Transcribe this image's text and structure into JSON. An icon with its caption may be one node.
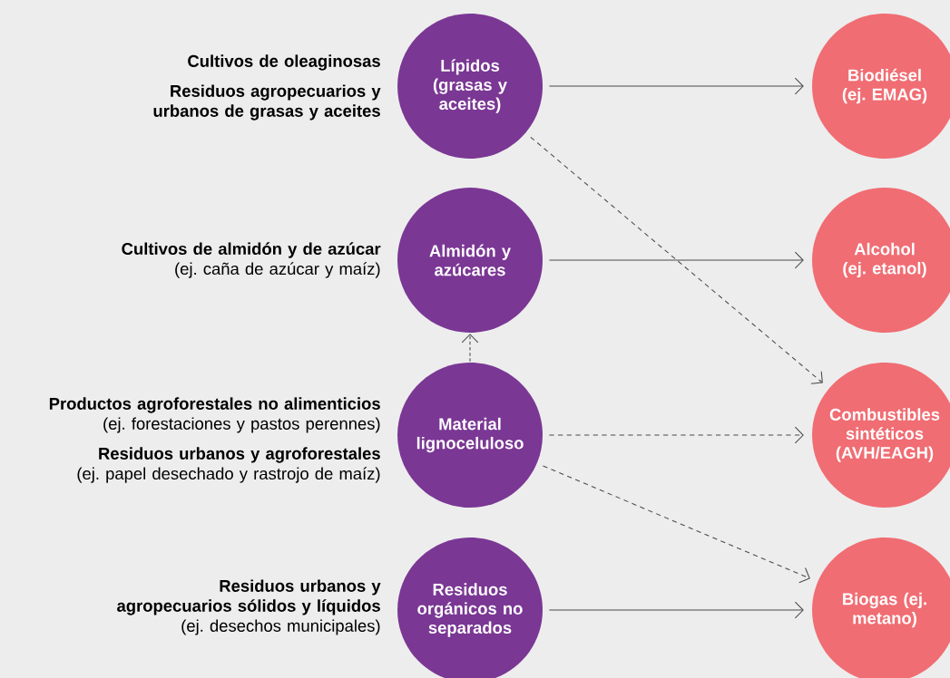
{
  "diagram": {
    "nodes": [
      {
        "text": [
          "Lípidos (grasas y aceites)"
        ],
        "beside": [
          "Cultivos de oleaginosas",
          "Residuos agropecuarios y urbanos de grasas y aceites"
        ]
      },
      {
        "text": [
          "Almidón y azúcares"
        ],
        "beside": [
          "Cultivos de almidón y de azúcar",
          "(ej. caña de azúcar y maíz)"
        ]
      },
      {
        "text": [
          "Material lignoceluloso"
        ],
        "beside": [
          "Productos agroforestales no alimenticios",
          "(ej. forestaciones y pastos perennes)",
          "Residuos urbanos y agroforestales",
          "(ej. papel desechado y rastrojo de maíz)"
        ]
      },
      {
        "text": [
          "Residuos orgánicos no separados"
        ],
        "beside": [
          "Residuos urbanos y agropecuarios sólidos y líquidos",
          "(ej. desechos municipales)"
        ]
      },
      {
        "text": [
          "Biodiésel (ej. EMAG)"
        ]
      },
      {
        "text": [
          "Alcohol (ej. etanol)"
        ]
      },
      {
        "text": [
          "Combustibles sintéticos (AVH/EAGH)"
        ]
      },
      {
        "text": [
          "Biogas (ej. metano)"
        ]
      }
    ],
    "edges": [
      {
        "from": 0,
        "to": 4,
        "arrow": "to"
      },
      {
        "from": 0,
        "to": 6,
        "arrow": "to",
        "style": "dashed"
      },
      {
        "from": 1,
        "to": 5,
        "arrow": "to"
      },
      {
        "from": 2,
        "to": 1,
        "arrow": "to",
        "style": "dashed"
      },
      {
        "from": 2,
        "to": 6,
        "arrow": "to",
        "style": "dashed"
      },
      {
        "from": 2,
        "to": 7,
        "arrow": "to",
        "style": "dashed"
      },
      {
        "from": 3,
        "to": 7,
        "arrow": "to"
      }
    ]
  }
}
